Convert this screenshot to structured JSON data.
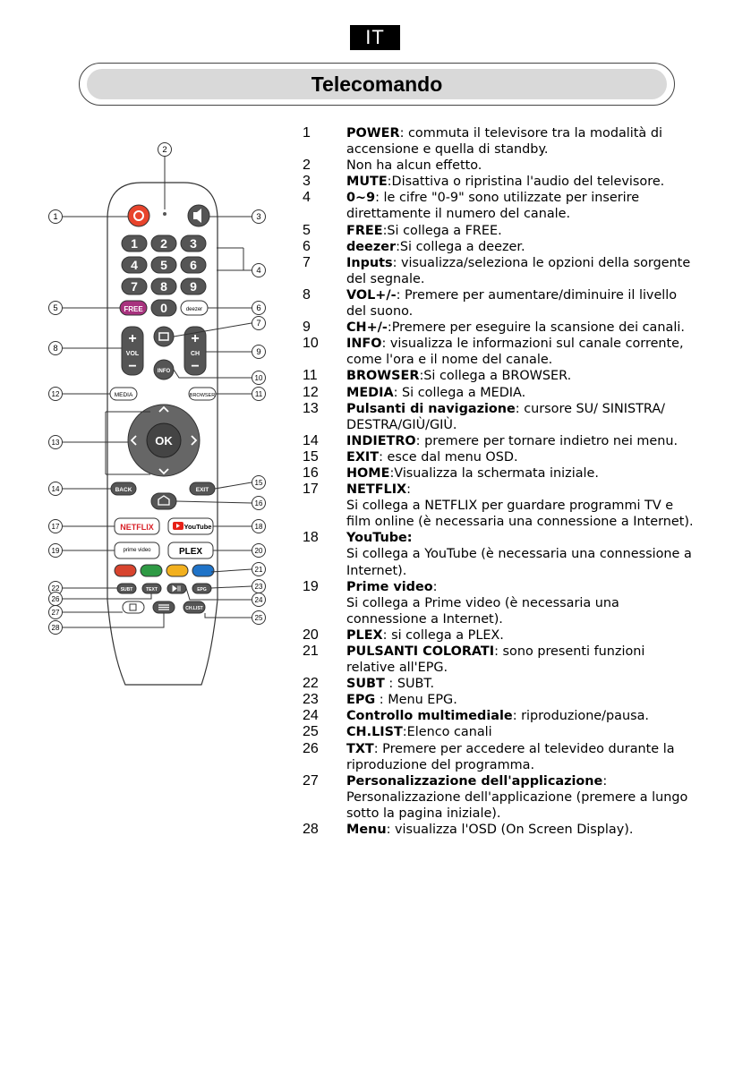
{
  "language_badge": "IT",
  "title": "Telecomando",
  "items": [
    {
      "num": "1",
      "key": "POWER",
      "rest": ": commuta il televisore tra la modalità di accensione e quella di standby."
    },
    {
      "num": "2",
      "key": "",
      "rest": "Non ha alcun effetto."
    },
    {
      "num": "3",
      "key": "MUTE",
      "rest": ":Disattiva o ripristina l'audio del televisore."
    },
    {
      "num": "4",
      "key": "0~9",
      "rest": ": le cifre \"0-9\" sono utilizzate per inserire direttamente il numero del canale."
    },
    {
      "num": "5",
      "key": "FREE",
      "rest": ":Si collega a FREE."
    },
    {
      "num": "6",
      "key": "deezer",
      "rest": ":Si collega a deezer."
    },
    {
      "num": "7",
      "key": "Inputs",
      "rest": ": visualizza/seleziona le opzioni della sorgente del segnale."
    },
    {
      "num": "8",
      "key": "VOL+/-",
      "rest": ": Premere per aumentare/diminuire il livello del suono."
    },
    {
      "num": "9",
      "key": "CH+/-",
      "rest": ":Premere per eseguire la scansione dei canali."
    },
    {
      "num": "10",
      "key": "INFO",
      "rest": ": visualizza le informazioni sul canale corrente, come l'ora e il nome del canale."
    },
    {
      "num": "11",
      "key": "BROWSER",
      "rest": ":Si collega a BROWSER."
    },
    {
      "num": "12",
      "key": "MEDIA",
      "rest": ": Si collega a MEDIA."
    },
    {
      "num": "13",
      "key": "Pulsanti di navigazione",
      "rest": ": cursore SU/ SINISTRA/ DESTRA/GIÙ/GIÙ."
    },
    {
      "num": "14",
      "key": "INDIETRO",
      "rest": ": premere per tornare indietro nei menu."
    },
    {
      "num": "15",
      "key": "EXIT",
      "rest": ": esce dal menu OSD."
    },
    {
      "num": "16",
      "key": "HOME",
      "rest": ":Visualizza la schermata iniziale."
    },
    {
      "num": "17",
      "key": "NETFLIX",
      "rest": ":",
      "body": "Si collega a NETFLIX per guardare programmi TV e film online (è necessaria una connessione a Internet)."
    },
    {
      "num": "18",
      "key": "YouTube:",
      "rest": "",
      "body": "Si collega a YouTube (è necessaria una connessione a Internet)."
    },
    {
      "num": "19",
      "key": "Prime video",
      "rest": ":",
      "body": "Si collega a Prime video (è necessaria una connessione a Internet)."
    },
    {
      "num": "20",
      "key": "PLEX",
      "rest": ": si collega a PLEX."
    },
    {
      "num": "21",
      "key": "PULSANTI COLORATI",
      "rest": ": sono presenti funzioni relative all'EPG."
    },
    {
      "num": "22",
      "key": "SUBT",
      "rest": " : SUBT."
    },
    {
      "num": "23",
      "key": "EPG",
      "rest": " : Menu EPG."
    },
    {
      "num": "24",
      "key": "Controllo multimediale",
      "rest": ": riproduzione/pausa."
    },
    {
      "num": "25",
      "key": "CH.LIST",
      "rest": ":Elenco canali"
    },
    {
      "num": "26",
      "key": "TXT",
      "rest": ": Premere per accedere al televideo durante la riproduzione del programma."
    },
    {
      "num": "27",
      "key": "Personalizzazione dell'applicazione",
      "rest": ":",
      "body": "Personalizzazione dell'applicazione (premere a lungo sotto la pagina iniziale)."
    },
    {
      "num": "28",
      "key": "Menu",
      "rest": ": visualizza l'OSD (On Screen Display)."
    }
  ],
  "remote": {
    "digits": [
      "1",
      "2",
      "3",
      "4",
      "5",
      "6",
      "7",
      "8",
      "9",
      "0"
    ],
    "free_label": "FREE",
    "deezer_label": "deezer",
    "vol_label": "VOL",
    "ch_label": "CH",
    "info_label": "INFO",
    "media_label": "MEDIA",
    "browser_label": "BROWSER",
    "ok_label": "OK",
    "back_label": "BACK",
    "exit_label": "EXIT",
    "netflix_label": "NETFLIX",
    "youtube_label": "YouTube",
    "prime_label": "prime video",
    "plex_label": "PLEX",
    "subt_label": "SUBT",
    "text_label": "TEXT",
    "epg_label": "EPG",
    "chlist_label": "CH.LIST",
    "callouts": [
      "1",
      "2",
      "3",
      "4",
      "5",
      "6",
      "7",
      "8",
      "9",
      "10",
      "11",
      "12",
      "13",
      "14",
      "15",
      "16",
      "17",
      "18",
      "19",
      "20",
      "21",
      "22",
      "23",
      "24",
      "25",
      "26",
      "27",
      "28"
    ],
    "color_keys": [
      "#d8442e",
      "#2e9a44",
      "#f2b01e",
      "#1f73c8"
    ],
    "power_color": "#e8442c",
    "free_color": "#a8327e",
    "netflix_color": "#d81f26",
    "youtube_color": "#e62117"
  }
}
